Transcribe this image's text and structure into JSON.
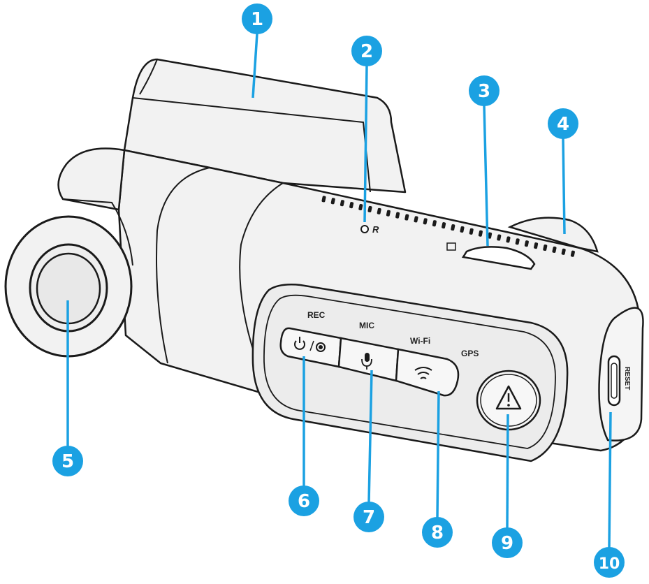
{
  "colors": {
    "accent": "#1ba1e2",
    "body": "#f2f2f2",
    "outline": "#1a1a1a",
    "shade": "#dcdcdc"
  },
  "labels": {
    "rec": "REC",
    "mic": "MIC",
    "wifi": "Wi-Fi",
    "gps": "GPS",
    "reset": "R",
    "port": "RESET"
  },
  "icons": {
    "power_rec_button": "power-rec-icon",
    "mic_button": "microphone-icon",
    "wifi_button": "wifi-icon",
    "emergency_button": "warning-triangle-icon",
    "sd_slot": "sd-card-icon"
  },
  "callouts": [
    {
      "number": "1",
      "part": "mount"
    },
    {
      "number": "2",
      "part": "reset-hole"
    },
    {
      "number": "3",
      "part": "sd-card-slot"
    },
    {
      "number": "4",
      "part": "rear-cap"
    },
    {
      "number": "5",
      "part": "lens"
    },
    {
      "number": "6",
      "part": "power-rec-button"
    },
    {
      "number": "7",
      "part": "mic-button"
    },
    {
      "number": "8",
      "part": "wifi-button"
    },
    {
      "number": "9",
      "part": "emergency-button"
    },
    {
      "number": "10",
      "part": "usb-c-port"
    }
  ]
}
